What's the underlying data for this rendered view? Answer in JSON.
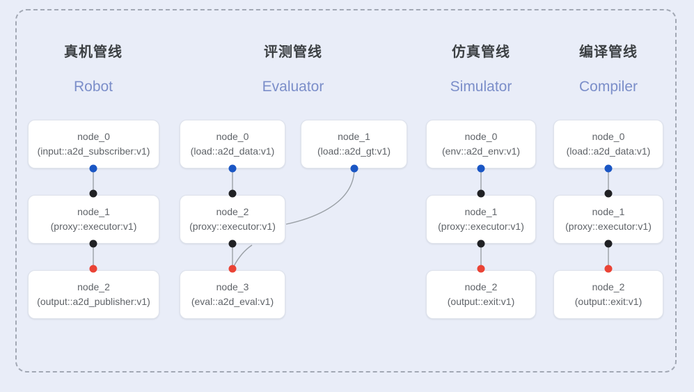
{
  "frame": {
    "label": "pipeline-group",
    "border_style": "dashed",
    "border_color": "#a2a8b4"
  },
  "theme": {
    "background": "#e9edf8",
    "node_background": "#ffffff",
    "node_border": "#dfe3ec",
    "title_color": "#3c4043",
    "subtitle_color": "#7b8ec9",
    "node_text_color": "#5f6368",
    "edge_color": "#9aa0a6",
    "port_input_color": "#202124",
    "port_output_color": "#1a56c4",
    "port_terminal_color": "#ea4335"
  },
  "columns": [
    {
      "key": "robot",
      "title": "真机管线",
      "subtitle": "Robot",
      "nodes": [
        {
          "id": "node_0",
          "kind": "(input::a2d_subscriber:v1)"
        },
        {
          "id": "node_1",
          "kind": "(proxy::executor:v1)"
        },
        {
          "id": "node_2",
          "kind": "(output::a2d_publisher:v1)"
        }
      ]
    },
    {
      "key": "evaluator",
      "title": "评测管线",
      "subtitle": "Evaluator",
      "nodes": [
        {
          "id": "node_0",
          "kind": "(load::a2d_data:v1)"
        },
        {
          "id": "node_1",
          "kind": "(load::a2d_gt:v1)"
        },
        {
          "id": "node_2",
          "kind": "(proxy::executor:v1)"
        },
        {
          "id": "node_3",
          "kind": "(eval::a2d_eval:v1)"
        }
      ]
    },
    {
      "key": "simulator",
      "title": "仿真管线",
      "subtitle": "Simulator",
      "nodes": [
        {
          "id": "node_0",
          "kind": "(env::a2d_env:v1)"
        },
        {
          "id": "node_1",
          "kind": "(proxy::executor:v1)"
        },
        {
          "id": "node_2",
          "kind": "(output::exit:v1)"
        }
      ]
    },
    {
      "key": "compiler",
      "title": "编译管线",
      "subtitle": "Compiler",
      "nodes": [
        {
          "id": "node_0",
          "kind": "(load::a2d_data:v1)"
        },
        {
          "id": "node_1",
          "kind": "(proxy::executor:v1)"
        },
        {
          "id": "node_2",
          "kind": "(output::exit:v1)"
        }
      ]
    }
  ]
}
